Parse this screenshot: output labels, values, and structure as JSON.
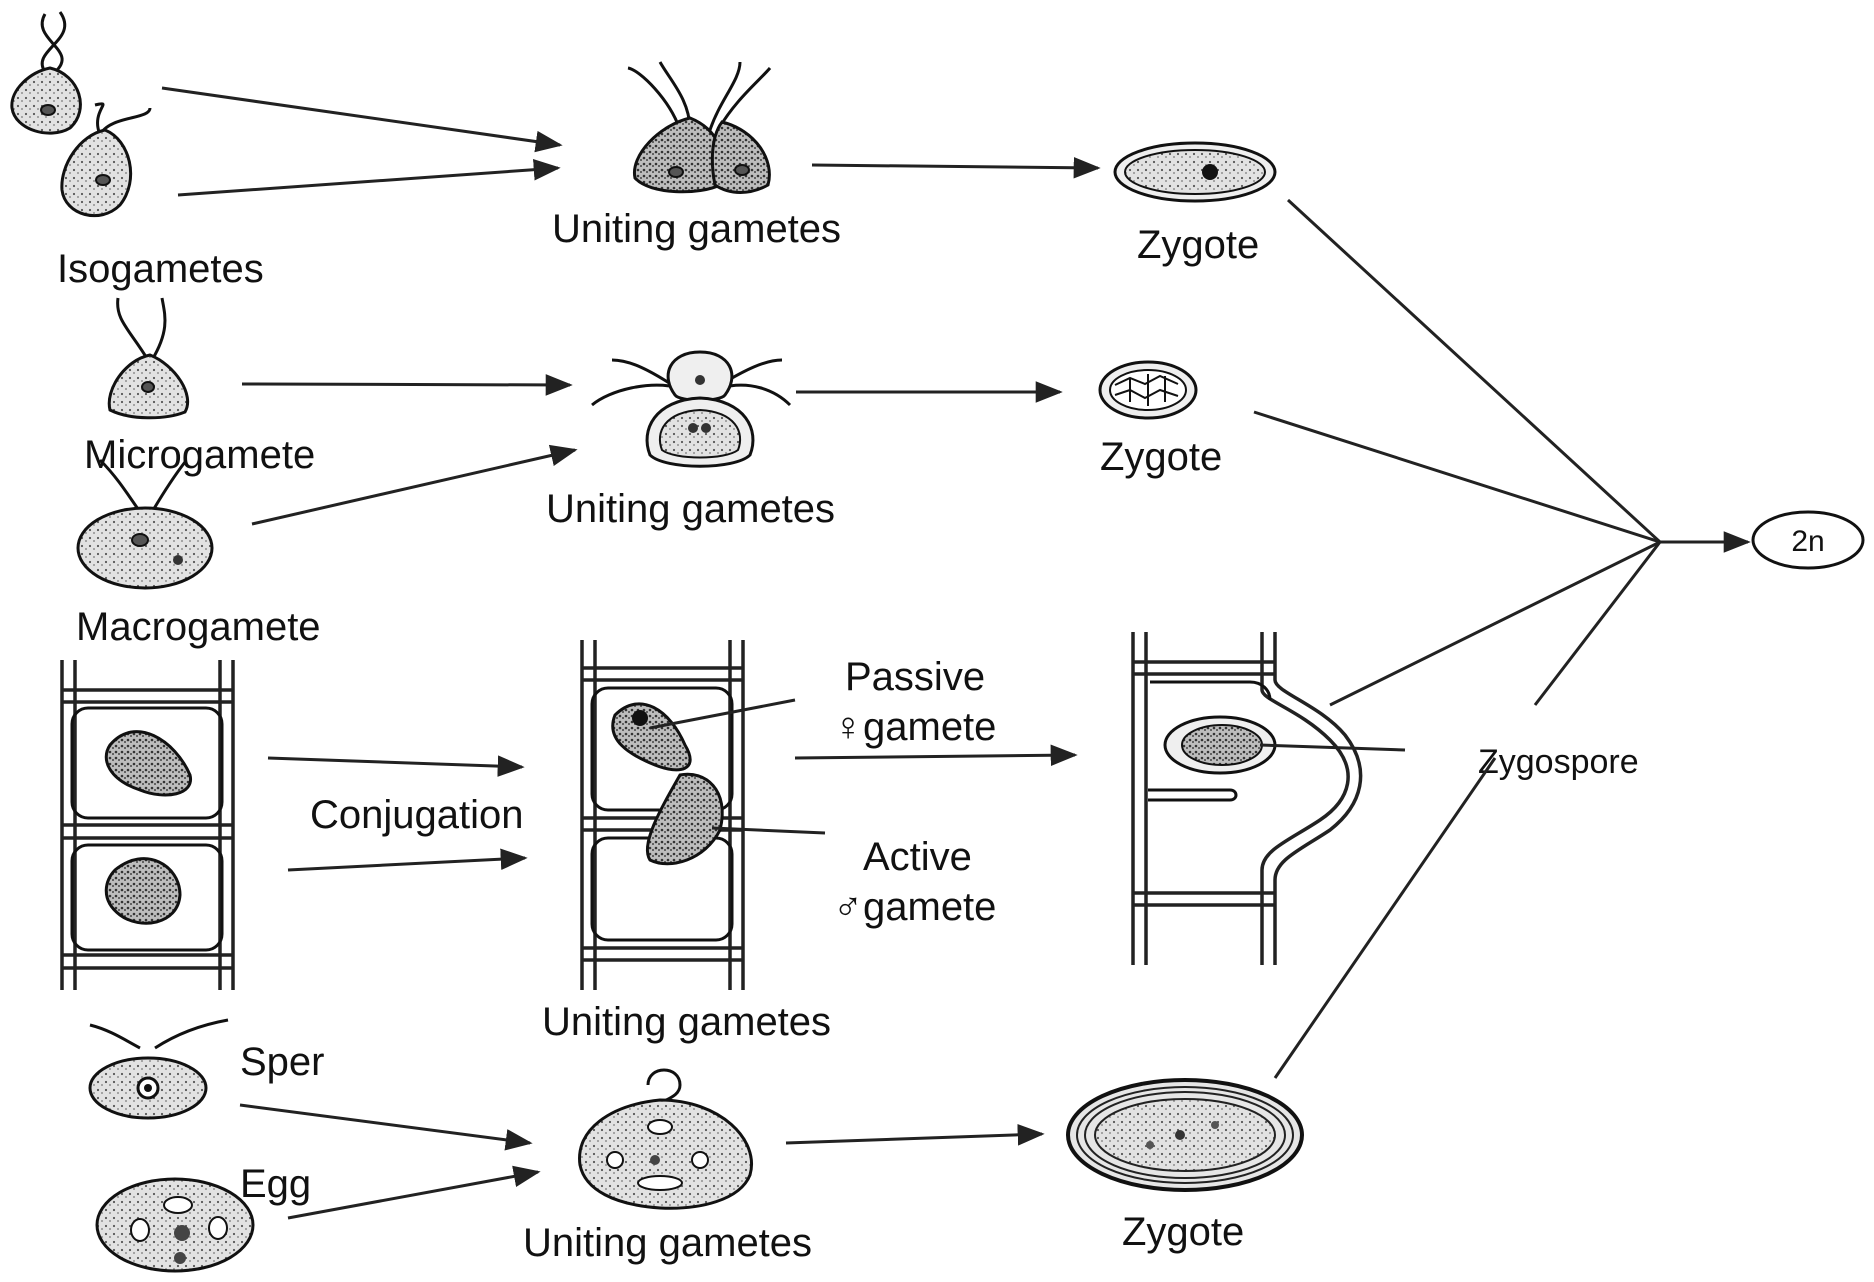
{
  "rows": {
    "isogamy": {
      "source_label": "Isogametes",
      "uniting_label": "Uniting gametes",
      "result_label": "Zygote"
    },
    "anisogamy": {
      "micro_label": "Microgamete",
      "macro_label": "Macrogamete",
      "uniting_label": "Uniting gametes",
      "result_label": "Zygote"
    },
    "conjugation": {
      "process_label": "Conjugation",
      "passive_label_1": "Passive",
      "passive_label_2": "♀gamete",
      "active_label_1": "Active",
      "active_label_2": "♂gamete",
      "uniting_label": "Uniting gametes",
      "result_label": "Zygospore"
    },
    "oogamy": {
      "sperm_label": "Sper",
      "egg_label": "Egg",
      "uniting_label": "Uniting gametes",
      "result_label": "Zygote"
    }
  },
  "final": {
    "ploidy_label": "2n"
  },
  "colors": {
    "ink": "#111111",
    "background": "#ffffff"
  }
}
